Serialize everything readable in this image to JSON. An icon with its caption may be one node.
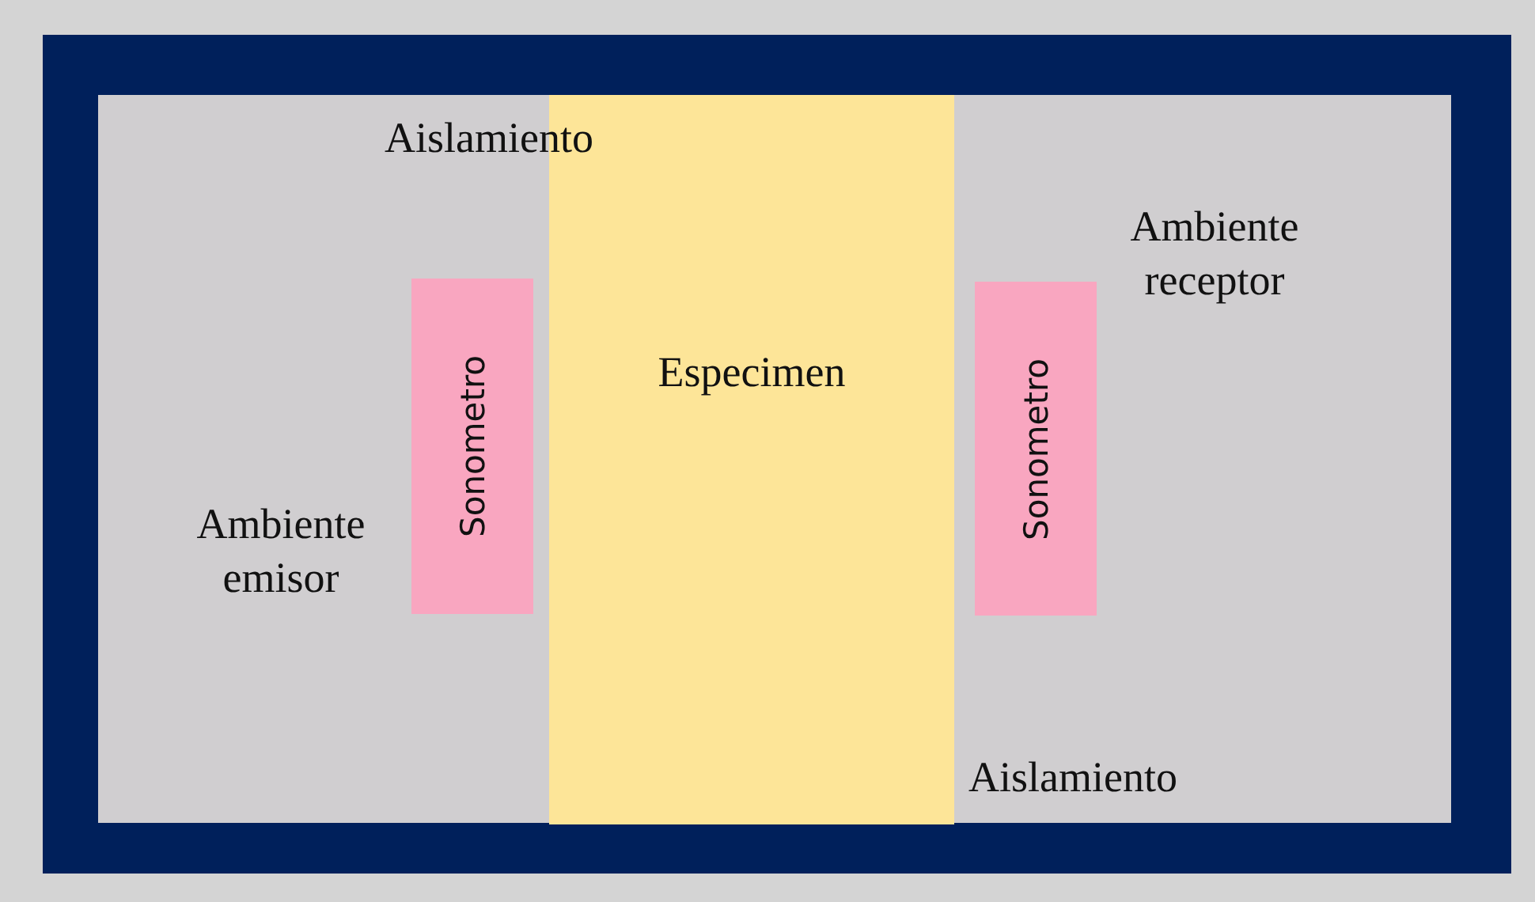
{
  "diagram": {
    "nodes": [
      {
        "text": [
          "Sonometro"
        ]
      },
      {
        "text": [
          "Especimen"
        ]
      },
      {
        "text": [
          "Sonometro"
        ]
      }
    ],
    "labels": [
      "Aislamiento",
      "Ambiente receptor",
      "Ambiente emisor",
      "Aislamiento"
    ]
  }
}
